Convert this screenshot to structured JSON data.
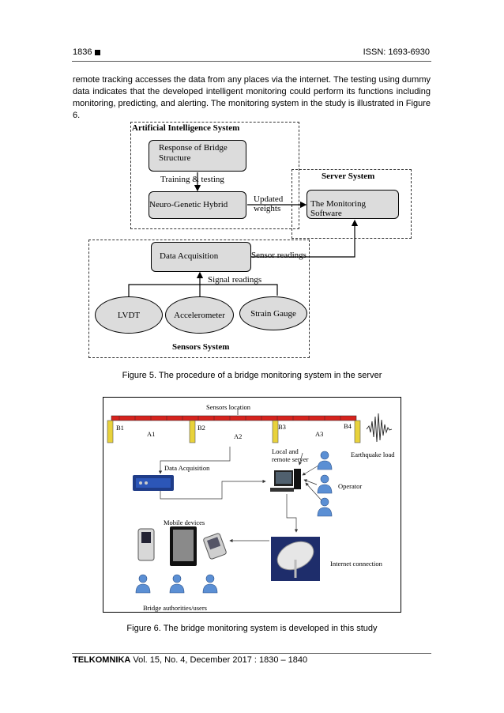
{
  "header": {
    "page_number": "1836",
    "issn": "ISSN: 1693-6930"
  },
  "body_text": "remote tracking accesses the data from any places via the internet. The testing using dummy data indicates that the developed intelligent monitoring could perform its functions including monitoring, predicting, and alerting. The monitoring system in the study is illustrated in Figure 6.",
  "figure5": {
    "ai_system_title": "Artificial Intelligence System",
    "response_box": "Response of Bridge Structure",
    "training_label": "Training  & testing",
    "neuro_box": "Neuro-Genetic Hybrid",
    "updated_weights": "Updated weights",
    "server_system_title": "Server System",
    "monitoring_box": "The Monitoring Software",
    "data_acq_box": "Data Acquisition",
    "sensor_readings": "Sensor readings",
    "signal_readings": "Signal readings",
    "sensors": [
      "LVDT",
      "Accelerometer",
      "Strain Gauge"
    ],
    "sensors_system_title": "Sensors System",
    "caption": "Figure 5. The procedure of a bridge monitoring system in the server"
  },
  "figure6": {
    "sensors_location": "Sensors location",
    "points_b": [
      "B1",
      "B2",
      "B3",
      "B4"
    ],
    "points_a": [
      "A1",
      "A2",
      "A3"
    ],
    "earthquake_load": "Earthquake load",
    "local_remote_server": "Local and remote server",
    "data_acquisition": "Data Acquisition",
    "operator": "Operator",
    "mobile_devices": "Mobile devices",
    "internet_connection": "Internet connection",
    "bridge_authorities": "Bridge authorities/users",
    "caption": "Figure 6. The bridge monitoring system is developed in this study"
  },
  "footer": {
    "journal": "TELKOMNIKA",
    "details": " Vol. 15, No. 4, December 2017 :  1830 – 1840"
  }
}
